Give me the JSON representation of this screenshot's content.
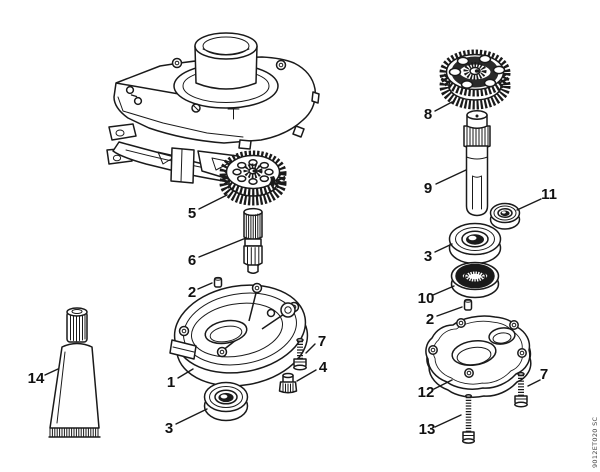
{
  "figure": {
    "code": "9012ET020 SC",
    "background": "#ffffff",
    "line_color": "#1a1a1a"
  },
  "callouts": [
    {
      "label": "5"
    },
    {
      "label": "6"
    },
    {
      "label": "2"
    },
    {
      "label": "1"
    },
    {
      "label": "7"
    },
    {
      "label": "4"
    },
    {
      "label": "3"
    },
    {
      "label": "14"
    },
    {
      "label": "8"
    },
    {
      "label": "9"
    },
    {
      "label": "11"
    },
    {
      "label": "3"
    },
    {
      "label": "10"
    },
    {
      "label": "2"
    },
    {
      "label": "12"
    },
    {
      "label": "7"
    },
    {
      "label": "13"
    }
  ]
}
